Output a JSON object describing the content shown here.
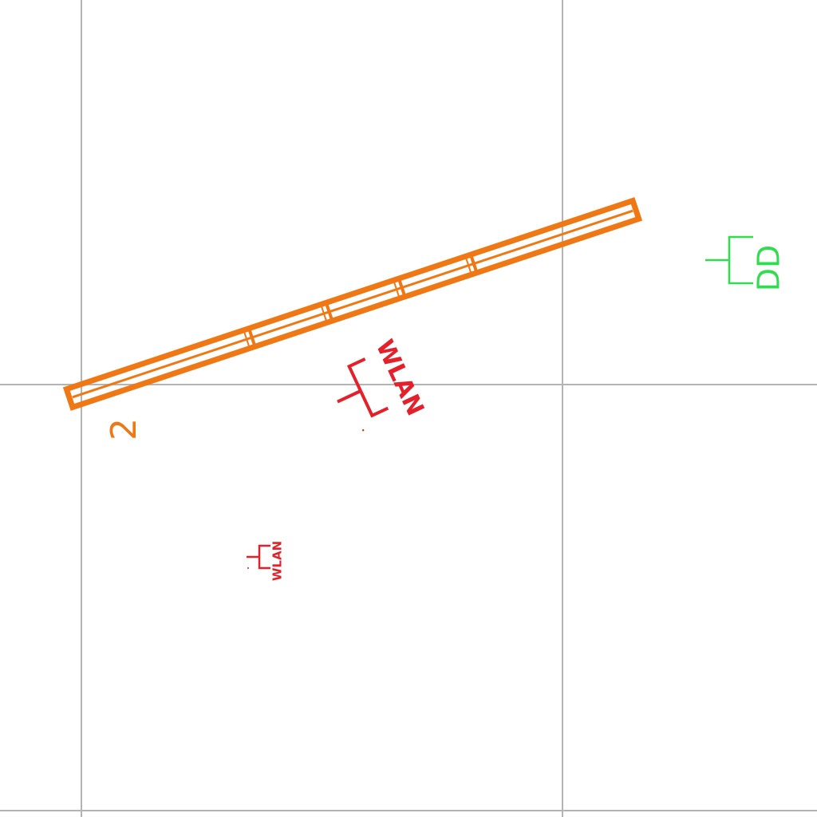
{
  "colors": {
    "grid": "#b4b4b4",
    "cable_tray": "#f07814",
    "wlan": "#e4202a",
    "data_outlet": "#2ede4e"
  },
  "cable_tray": {
    "label": "2"
  },
  "wlan_access_points": [
    {
      "label": "WLAN"
    },
    {
      "label": "WLAN"
    }
  ],
  "data_outlet": {
    "label": "DD"
  }
}
